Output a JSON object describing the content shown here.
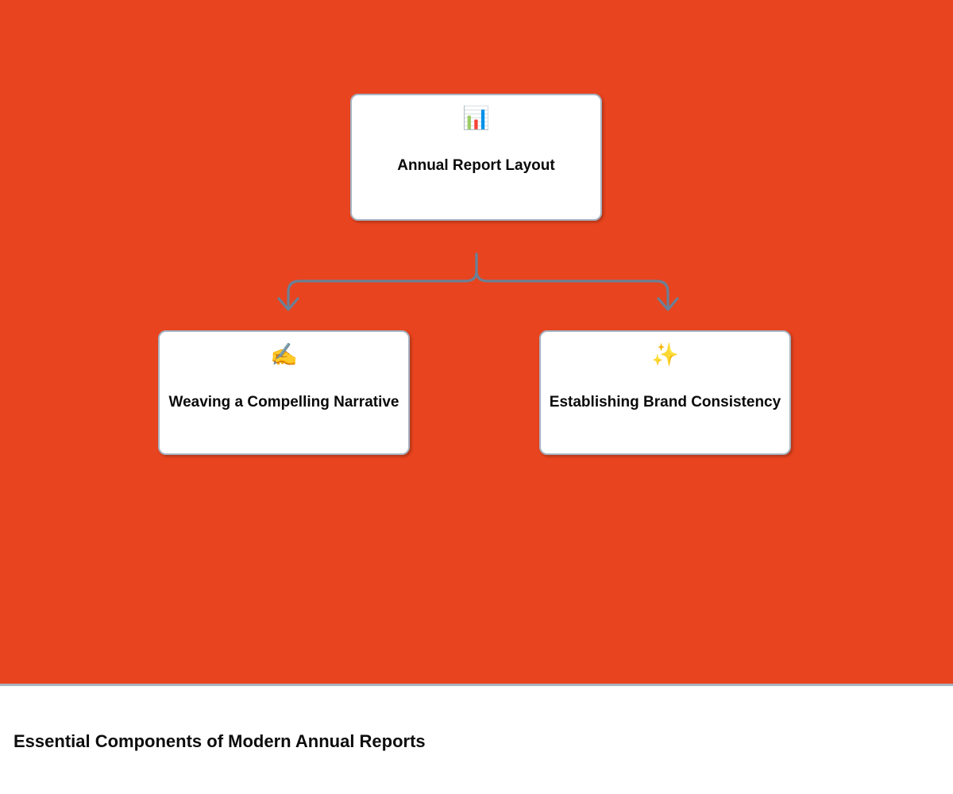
{
  "diagram": {
    "root": {
      "icon": "📊",
      "label": "Annual Report Layout"
    },
    "children": [
      {
        "icon": "✍️",
        "label": "Weaving a Compelling Narrative"
      },
      {
        "icon": "✨",
        "label": "Establishing Brand Consistency"
      }
    ]
  },
  "content": {
    "heading": "Essential Components of Modern Annual Reports"
  },
  "colors": {
    "background": "#e8441f",
    "connector": "#6b8096",
    "card_border": "#a7b3c2",
    "card_background": "#ffffff",
    "divider": "#a9b3bd"
  }
}
